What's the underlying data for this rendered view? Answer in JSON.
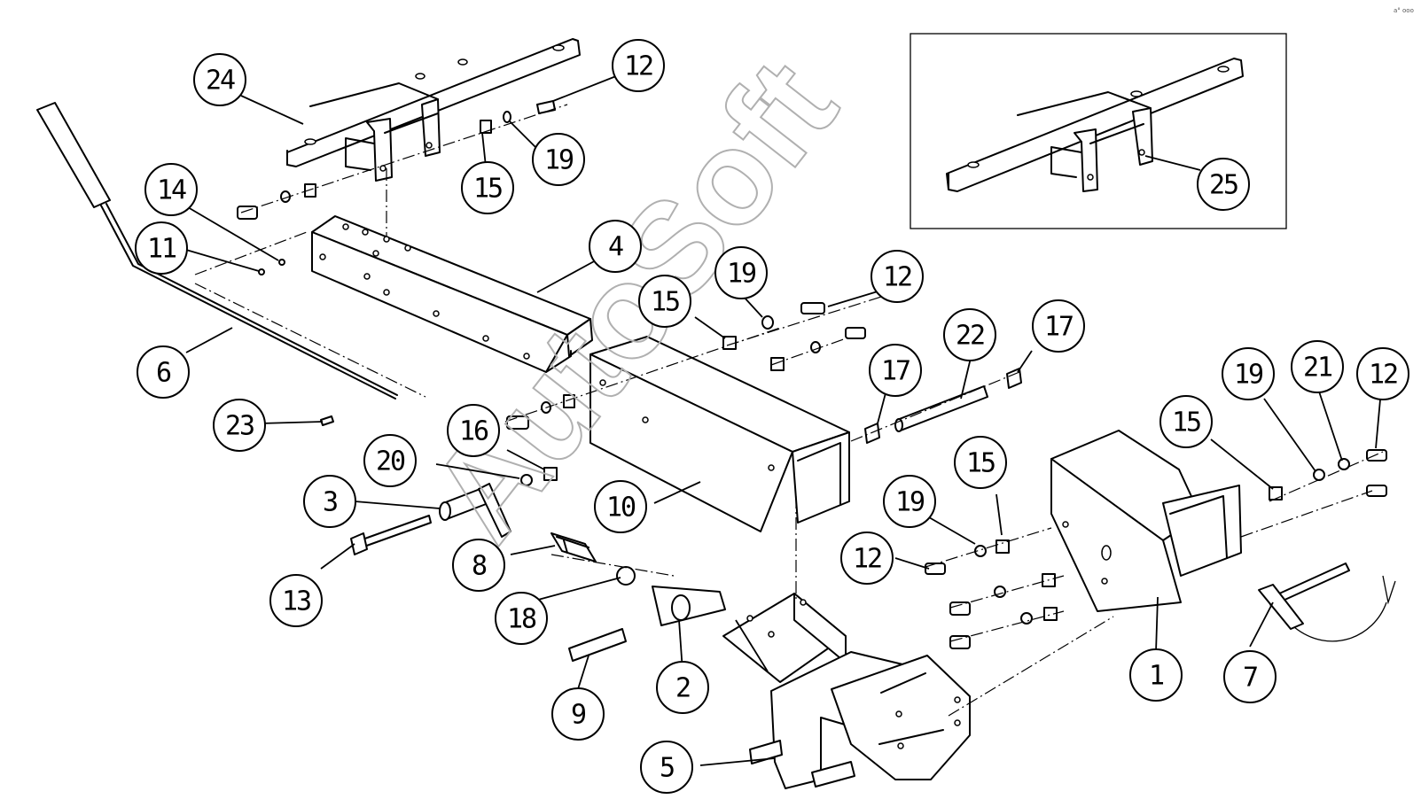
{
  "watermark": "AutoSoft",
  "corner_mark": "a° ooo",
  "callouts": [
    {
      "id": "c24a",
      "label": "24"
    },
    {
      "id": "c12a",
      "label": "12"
    },
    {
      "id": "c19a",
      "label": "19"
    },
    {
      "id": "c15a",
      "label": "15"
    },
    {
      "id": "c14",
      "label": "14"
    },
    {
      "id": "c11",
      "label": "11"
    },
    {
      "id": "c4",
      "label": "4"
    },
    {
      "id": "c6",
      "label": "6"
    },
    {
      "id": "c23",
      "label": "23"
    },
    {
      "id": "c19b",
      "label": "19"
    },
    {
      "id": "c12b",
      "label": "12"
    },
    {
      "id": "c15b",
      "label": "15"
    },
    {
      "id": "c22",
      "label": "22"
    },
    {
      "id": "c17a",
      "label": "17"
    },
    {
      "id": "c17b",
      "label": "17"
    },
    {
      "id": "c16",
      "label": "16"
    },
    {
      "id": "c20",
      "label": "20"
    },
    {
      "id": "c3",
      "label": "3"
    },
    {
      "id": "c10",
      "label": "10"
    },
    {
      "id": "c13",
      "label": "13"
    },
    {
      "id": "c8",
      "label": "8"
    },
    {
      "id": "c18",
      "label": "18"
    },
    {
      "id": "c9",
      "label": "9"
    },
    {
      "id": "c2",
      "label": "2"
    },
    {
      "id": "c5",
      "label": "5"
    },
    {
      "id": "c19c",
      "label": "19"
    },
    {
      "id": "c15c",
      "label": "15"
    },
    {
      "id": "c12c",
      "label": "12"
    },
    {
      "id": "c19d",
      "label": "19"
    },
    {
      "id": "c21",
      "label": "21"
    },
    {
      "id": "c12d",
      "label": "12"
    },
    {
      "id": "c15d",
      "label": "15"
    },
    {
      "id": "c1",
      "label": "1"
    },
    {
      "id": "c7",
      "label": "7"
    },
    {
      "id": "c25",
      "label": "25"
    }
  ]
}
